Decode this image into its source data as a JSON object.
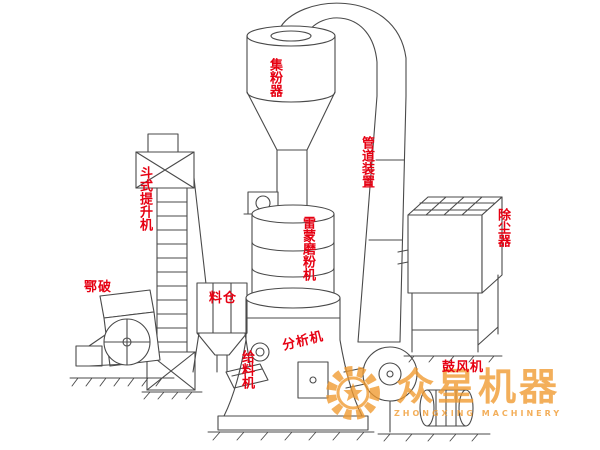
{
  "labels": {
    "powder_collector": "集粉器",
    "pipe_device": "管道装置",
    "dust_collector": "除尘器",
    "bucket_elevator": "斗式提升机",
    "jaw_crusher": "鄂破",
    "hopper": "料仓",
    "raymond_mill": "雷蒙磨粉机",
    "analyzer": "分析机",
    "feeder": "给料机",
    "blower": "鼓风机"
  },
  "watermark": {
    "brand": "众星机器",
    "subtext": "ZHONGXING MACHINERY",
    "color": "#f0992e"
  },
  "style": {
    "label_color": "#e60012",
    "line_color": "#4a4a4a",
    "background": "#ffffff"
  }
}
